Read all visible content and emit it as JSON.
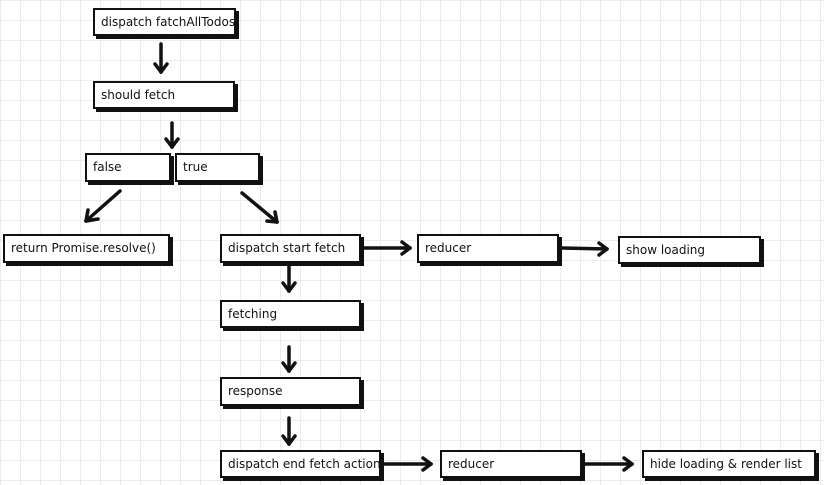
{
  "nodes": {
    "dispatch_fetch_all": "dispatch fatchAllTodos",
    "should_fetch": "should fetch",
    "false_branch": "false",
    "true_branch": "true",
    "return_resolve": "return Promise.resolve()",
    "dispatch_start": "dispatch start fetch",
    "reducer_start": "reducer",
    "show_loading": "show loading",
    "fetching": "fetching",
    "response": "response",
    "dispatch_end": "dispatch end fetch action",
    "reducer_end": "reducer",
    "hide_render": "hide loading & render list"
  },
  "colors": {
    "ink": "#111111",
    "background": "#ffffff",
    "grid": "#ececec"
  }
}
